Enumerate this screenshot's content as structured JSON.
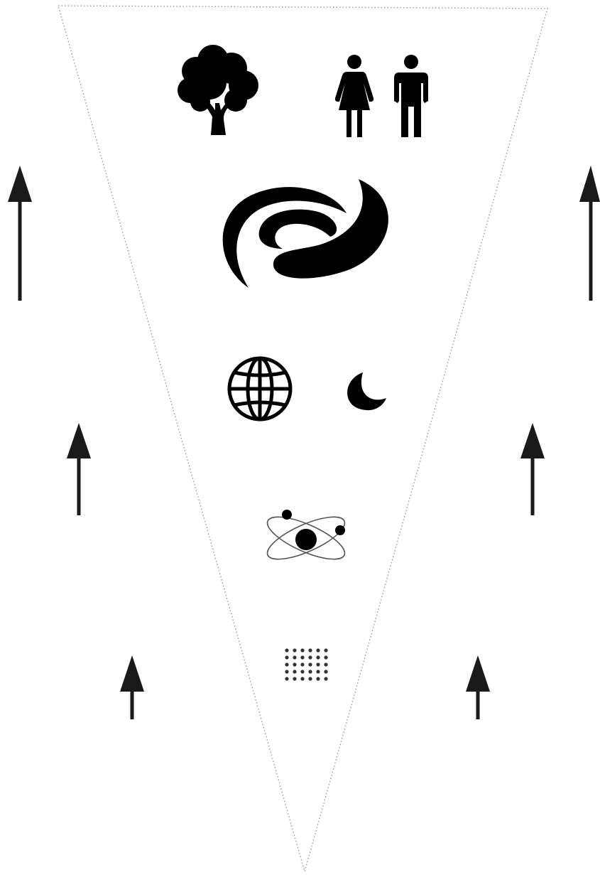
{
  "diagram": {
    "colors": {
      "ink": "#000000",
      "triangle_outline": "#9a9a9a",
      "orbit_line": "#555555",
      "dots": "#333333",
      "background": "#ffffff"
    },
    "outline": {
      "shape": "inverted-triangle",
      "style": "dotted"
    },
    "levels": [
      {
        "name": "life",
        "icons": [
          "tree-icon",
          "woman-icon",
          "man-icon"
        ]
      },
      {
        "name": "galaxies",
        "icons": [
          "spiral-galaxy-icon"
        ]
      },
      {
        "name": "planets-and-moons",
        "icons": [
          "globe-icon",
          "crescent-moon-icon"
        ]
      },
      {
        "name": "atoms",
        "icons": [
          "atom-icon"
        ]
      },
      {
        "name": "particles",
        "icons": [
          "dot-grid-icon"
        ]
      }
    ],
    "arrows": {
      "direction": "up",
      "pairs": 3,
      "sizes": [
        "large",
        "medium",
        "small"
      ]
    }
  }
}
